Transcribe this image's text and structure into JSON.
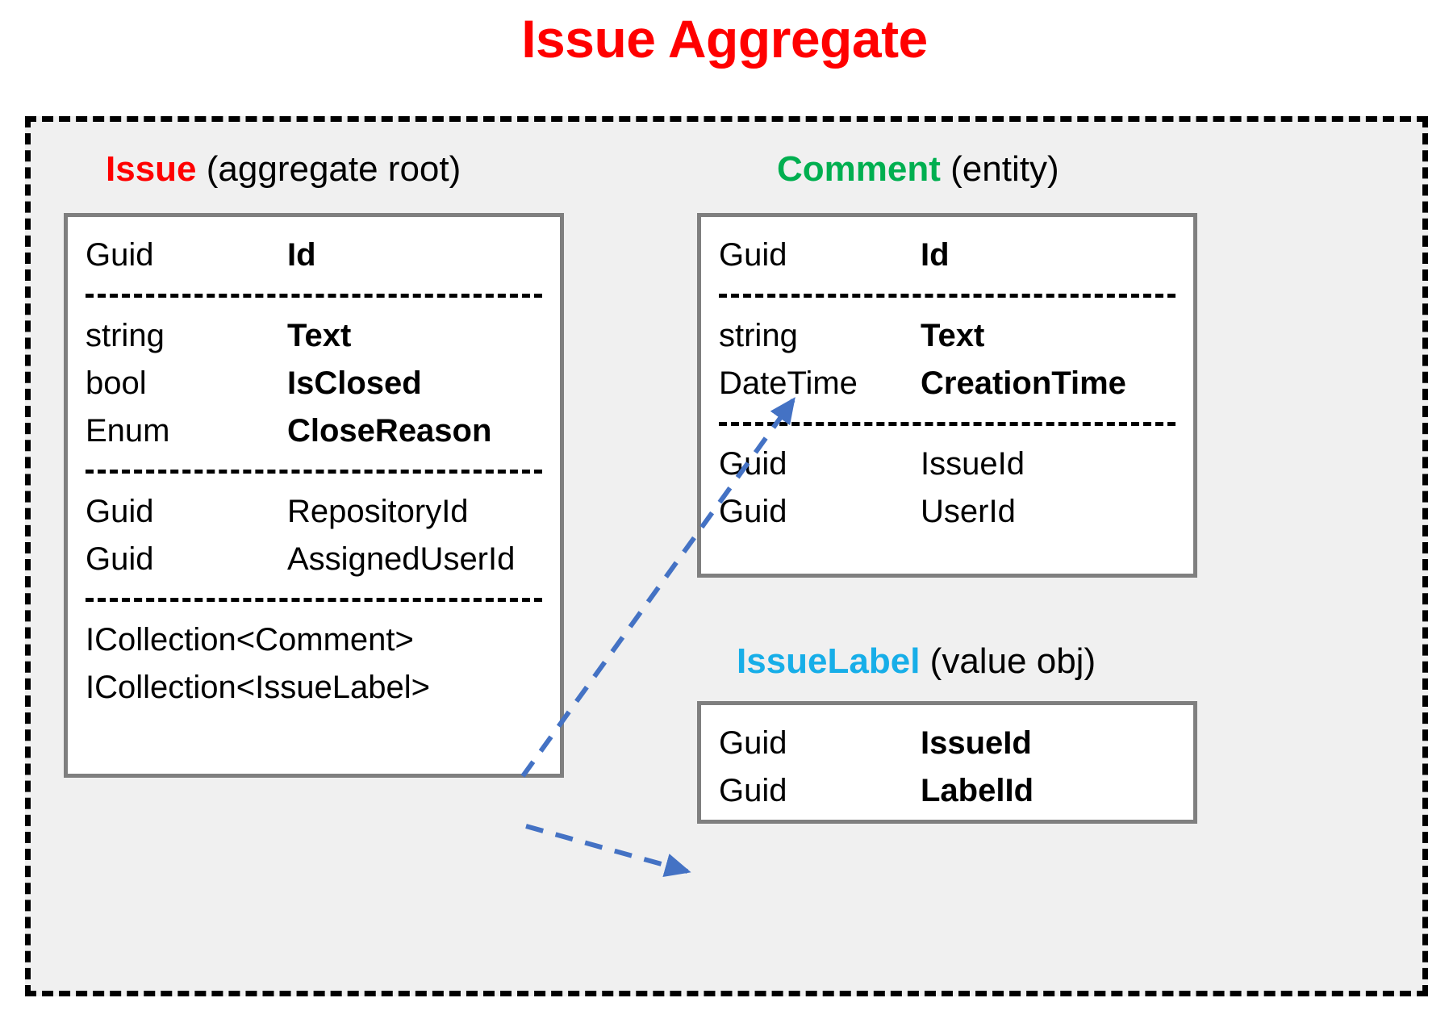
{
  "title": "Issue Aggregate",
  "colors": {
    "title": "#FF0000",
    "issue_accent": "#FF0000",
    "comment_accent": "#00AF50",
    "issuelabel_accent": "#17AEE8",
    "arrow": "#4472C4",
    "box_border": "#7F7F7F",
    "boundary_fill": "#F0F0F0",
    "boundary_border": "#000000"
  },
  "entities": {
    "issue": {
      "name": "Issue",
      "stereotype": "(aggregate root)",
      "groups": [
        {
          "rows": [
            {
              "type": "Guid",
              "name": "Id",
              "bold": true
            }
          ]
        },
        {
          "rows": [
            {
              "type": "string",
              "name": "Text",
              "bold": true
            },
            {
              "type": "bool",
              "name": "IsClosed",
              "bold": true
            },
            {
              "type": "Enum",
              "name": "CloseReason",
              "bold": true
            }
          ]
        },
        {
          "rows": [
            {
              "type": "Guid",
              "name": "RepositoryId",
              "bold": false
            },
            {
              "type": "Guid",
              "name": "AssignedUserId",
              "bold": false
            }
          ]
        },
        {
          "rows": [
            {
              "type": "",
              "name": "ICollection<Comment>",
              "bold": false,
              "full": true
            },
            {
              "type": "",
              "name": "ICollection<IssueLabel>",
              "bold": false,
              "full": true
            }
          ]
        }
      ]
    },
    "comment": {
      "name": "Comment",
      "stereotype": "(entity)",
      "groups": [
        {
          "rows": [
            {
              "type": "Guid",
              "name": "Id",
              "bold": true
            }
          ]
        },
        {
          "rows": [
            {
              "type": "string",
              "name": "Text",
              "bold": true
            },
            {
              "type": "DateTime",
              "name": "CreationTime",
              "bold": true
            }
          ]
        },
        {
          "rows": [
            {
              "type": "Guid",
              "name": "IssueId",
              "bold": false
            },
            {
              "type": "Guid",
              "name": "UserId",
              "bold": false
            }
          ]
        }
      ]
    },
    "issuelabel": {
      "name": "IssueLabel",
      "stereotype": "(value obj)",
      "groups": [
        {
          "rows": [
            {
              "type": "Guid",
              "name": "IssueId",
              "bold": true
            },
            {
              "type": "Guid",
              "name": "LabelId",
              "bold": true
            }
          ]
        }
      ]
    }
  },
  "connectors": [
    {
      "from": "ICollection<Comment>",
      "to": "Comment",
      "style": "dashed-arrow"
    },
    {
      "from": "ICollection<IssueLabel>",
      "to": "IssueLabel",
      "style": "dashed-arrow"
    }
  ]
}
